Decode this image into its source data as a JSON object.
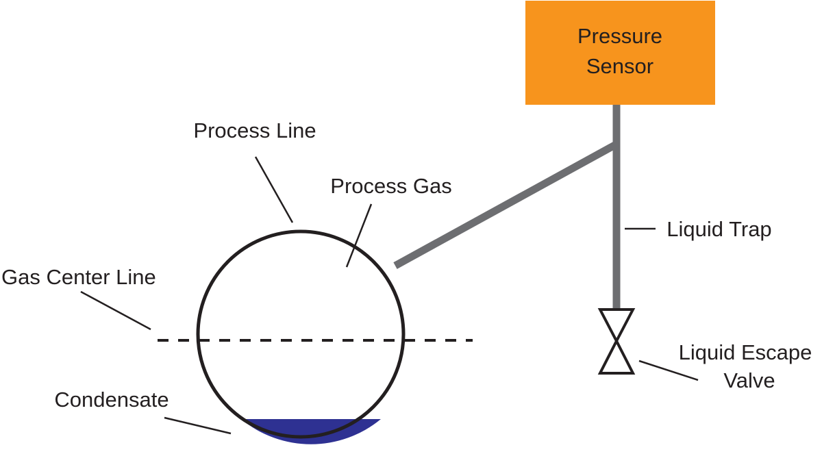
{
  "sensor": {
    "line1": "Pressure",
    "line2": "Sensor"
  },
  "labels": {
    "process_line": "Process Line",
    "process_gas": "Process Gas",
    "gas_center_line": "Gas Center Line",
    "condensate": "Condensate",
    "liquid_trap": "Liquid Trap",
    "liquid_escape_valve_line1": "Liquid Escape",
    "liquid_escape_valve_line2": "Valve"
  },
  "colors": {
    "sensor_fill": "#f7941d",
    "pipe": "#6d6e71",
    "outline": "#231f20",
    "condensate": "#2e3192"
  }
}
